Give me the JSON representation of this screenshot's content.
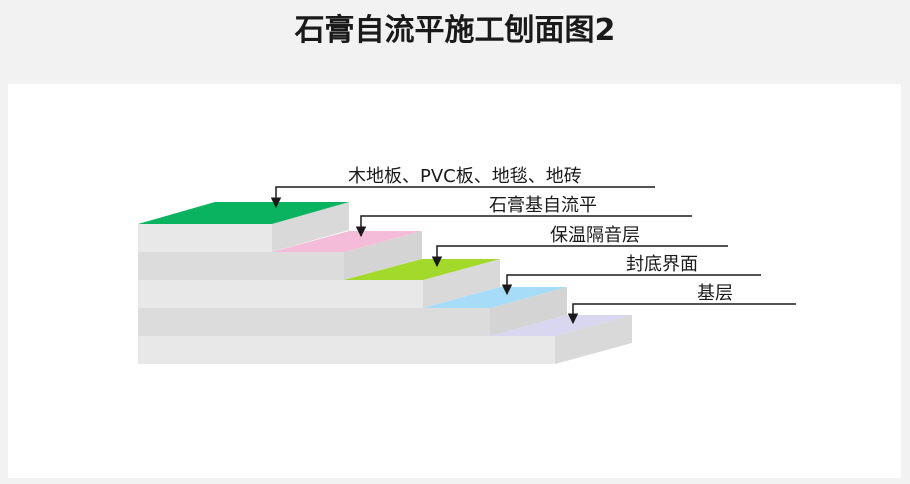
{
  "title": "石膏自流平施工刨面图2",
  "layers": [
    {
      "label": "木地板、PVC板、地毯、地砖",
      "color": "#0ab35f"
    },
    {
      "label": "石膏基自流平",
      "color": "#f5bcd9"
    },
    {
      "label": "保温隔音层",
      "color": "#a3d92a"
    },
    {
      "label": "封底界面",
      "color": "#a6dcf7"
    },
    {
      "label": "基层",
      "color": "#d9d6ef"
    }
  ]
}
